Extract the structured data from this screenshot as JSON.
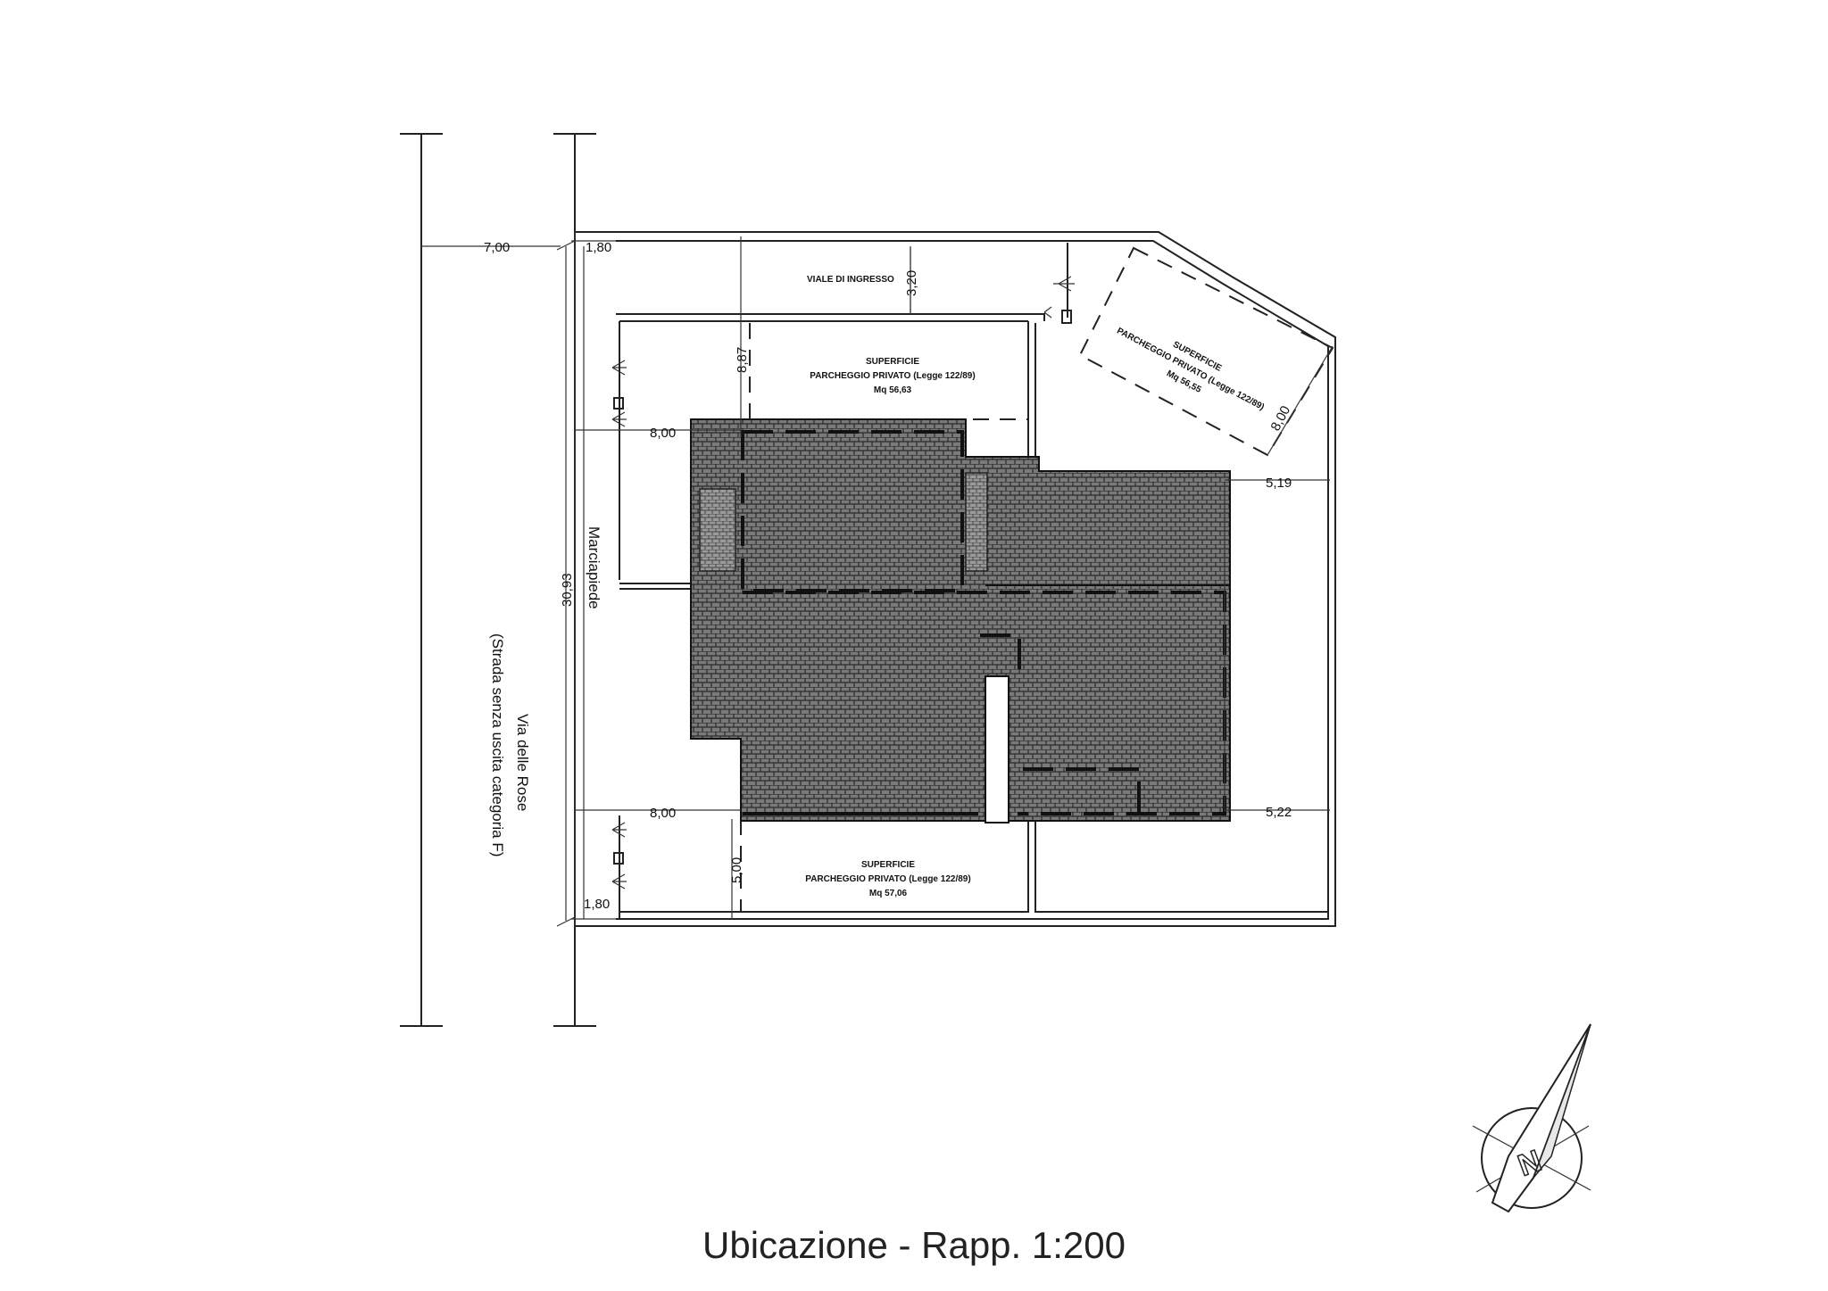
{
  "drawing": {
    "caption": "Ubicazione - Rapp. 1:200",
    "street_name": "Via delle Rose",
    "street_note": "(Strada senza uscita categoria F)",
    "sidewalk": "Marciapiede",
    "entrance_drive": "VIALE DI INGRESSO",
    "parking_top": {
      "line1": "SUPERFICIE",
      "line2": "PARCHEGGIO PRIVATO (Legge 122/89)",
      "line3": "Mq 56,63"
    },
    "parking_right": {
      "line1": "SUPERFICIE",
      "line2": "PARCHEGGIO PRIVATO (Legge 122/89)",
      "line3": "Mq 56,55"
    },
    "parking_bottom": {
      "line1": "SUPERFICIE",
      "line2": "PARCHEGGIO PRIVATO (Legge 122/89)",
      "line3": "Mq 57,06"
    },
    "dimensions": {
      "street_width": "7,00",
      "top_setback": "1,80",
      "bottom_setback": "1,80",
      "drive_width": "3,20",
      "front_depth": "8,87",
      "left_upper": "8,00",
      "left_lower": "8,00",
      "right_upper": "5,19",
      "right_lower": "5,22",
      "bottom_depth": "5,00",
      "total_length": "30,93",
      "diagonal_parking": "8,00"
    },
    "north_arrow_letter": "N"
  }
}
